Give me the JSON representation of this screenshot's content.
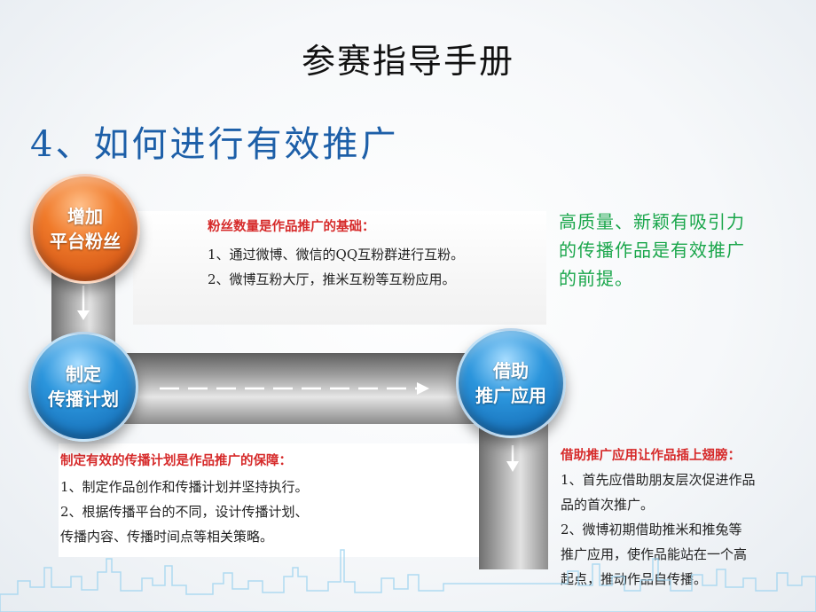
{
  "title": "参赛指导手册",
  "section_title": "4、如何进行有效推广",
  "circles": {
    "fans": [
      "增加",
      "平台粉丝"
    ],
    "plan": [
      "制定",
      "传播计划"
    ],
    "app": [
      "借助",
      "推广应用"
    ]
  },
  "fans_box": {
    "heading": "粉丝数量是作品推广的基础：",
    "lines": [
      "1、通过微博、微信的QQ互粉群进行互粉。",
      "2、微博互粉大厅，推米互粉等互粉应用。"
    ]
  },
  "plan_box": {
    "heading": "制定有效的传播计划是作品推广的保障：",
    "lines": [
      "1、制定作品创作和传播计划并坚持执行。",
      "2、根据传播平台的不同，设计传播计划、",
      "传播内容、传播时间点等相关策略。"
    ]
  },
  "app_box": {
    "heading": "借助推广应用让作品插上翅膀：",
    "lines": [
      "1、首先应借助朋友层次促进作品",
      "品的首次推广。",
      "2、微博初期借助推米和推兔等",
      "推广应用，使作品能站在一个高",
      "起点，推动作品自传播。"
    ]
  },
  "green_note": [
    "高质量、新颖有吸引力",
    "的传播作品是有效推广",
    "的前提。"
  ],
  "colors": {
    "title_blue": "#1d5fa8",
    "heading_red": "#d62a2a",
    "note_green": "#1aa64b",
    "orange_circle": "#f07a2a",
    "blue_circle": "#2b95dc"
  }
}
